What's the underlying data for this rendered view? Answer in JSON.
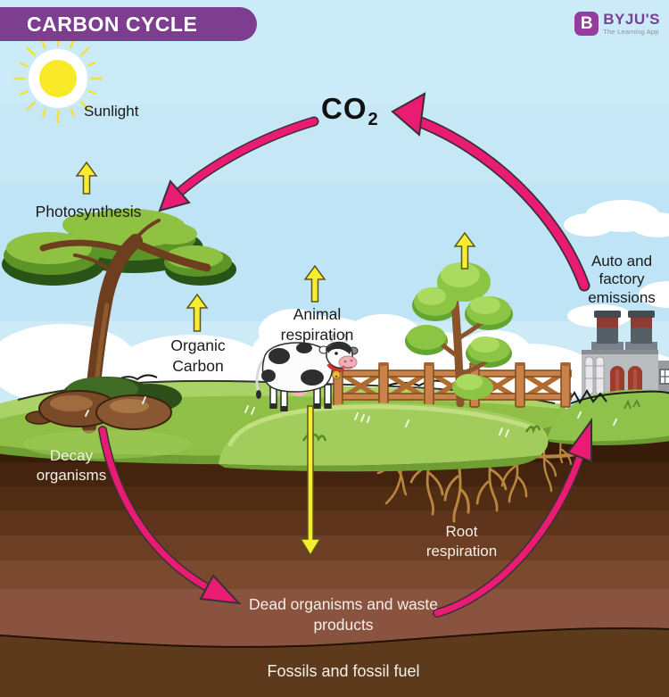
{
  "header": {
    "title": "CARBON CYCLE"
  },
  "logo": {
    "badge_letter": "B",
    "brand": "BYJU'S",
    "tagline": "The Learning App"
  },
  "co2": {
    "formula": "CO",
    "subscript": "2"
  },
  "labels": {
    "sunlight": "Sunlight",
    "photosynthesis": "Photosynthesis",
    "organic_carbon": "Organic Carbon",
    "animal_respiration": "Animal respiration",
    "auto_factory": "Auto and factory emissions",
    "decay_organisms": "Decay organisms",
    "root_respiration": "Root respiration",
    "dead_organisms": "Dead organisms and waste products",
    "fossils": "Fossils and fossil fuel"
  },
  "icons": {
    "sun": "sun-icon",
    "big_tree": "big-tree-icon",
    "small_tree": "small-tree-icon",
    "cow": "cow-icon",
    "fence": "fence-icon",
    "factory": "factory-icon",
    "roots": "roots-icon",
    "clouds": "cloud-icon"
  },
  "colors": {
    "banner_bg": "#7d3e8f",
    "accent_pink": "#ea1b73",
    "arrow_yellow": "#f8ec31",
    "sky": "#c0e4f5",
    "grass_green": "#8fbf47",
    "soil_dark": "#3a1f10",
    "fossil_brown": "#5e3a1d",
    "logo_purple": "#943d9e",
    "logo_text": "#7b3f92",
    "text_dark": "#1b1b1b",
    "text_light": "#f6efe7"
  }
}
